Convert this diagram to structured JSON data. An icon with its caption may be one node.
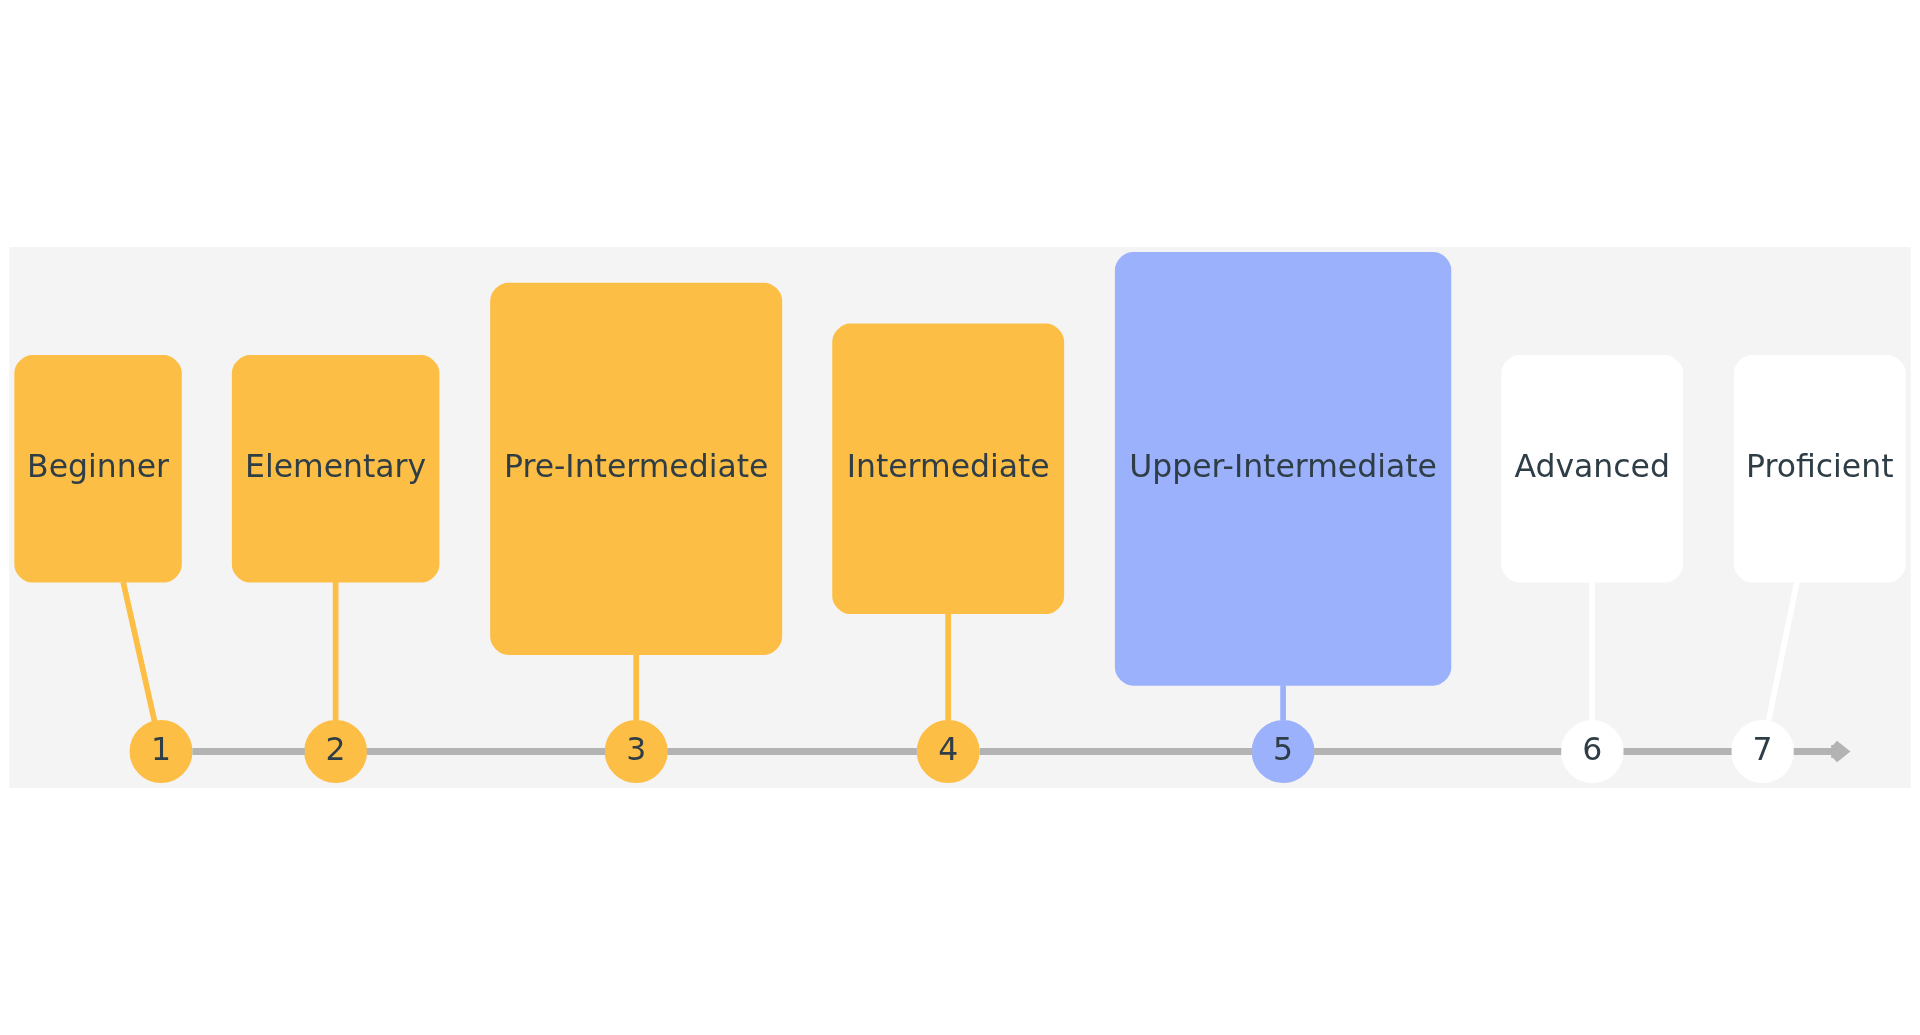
{
  "diagram": {
    "nodes": [
      {
        "text": [
          "Beginner"
        ]
      },
      {
        "text": [
          "Elementary"
        ]
      },
      {
        "text": [
          "Pre-Intermediate"
        ]
      },
      {
        "text": [
          "Intermediate"
        ]
      },
      {
        "text": [
          "Upper-Intermediate"
        ]
      },
      {
        "text": [
          "Advanced"
        ]
      },
      {
        "text": [
          "Proficient"
        ]
      },
      {
        "text": [
          "1"
        ]
      },
      {
        "text": [
          "2"
        ]
      },
      {
        "text": [
          "3"
        ]
      },
      {
        "text": [
          "4"
        ]
      },
      {
        "text": [
          "5"
        ]
      },
      {
        "text": [
          "6"
        ]
      },
      {
        "text": [
          "7"
        ]
      }
    ],
    "edges": [
      {
        "from": 0,
        "to": 7,
        "arrow": "none",
        "color": "#fdbe46"
      },
      {
        "from": 1,
        "to": 8,
        "arrow": "none",
        "color": "#fdbe46"
      },
      {
        "from": 2,
        "to": 9,
        "arrow": "none",
        "color": "#fdbe46"
      },
      {
        "from": 3,
        "to": 10,
        "arrow": "none",
        "color": "#fdbe46"
      },
      {
        "from": 4,
        "to": 11,
        "arrow": "none",
        "color": "#9bb1fc"
      },
      {
        "from": 5,
        "to": 12,
        "arrow": "none",
        "color": "#ffffff"
      },
      {
        "from": 6,
        "to": 13,
        "arrow": "none",
        "color": "#ffffff"
      },
      {
        "from": 7,
        "to": 8,
        "arrow": "none"
      },
      {
        "from": 8,
        "to": 9,
        "arrow": "none"
      },
      {
        "from": 9,
        "to": 10,
        "arrow": "none"
      },
      {
        "from": 10,
        "to": 11,
        "arrow": "none"
      },
      {
        "from": 11,
        "to": 12,
        "arrow": "none"
      },
      {
        "from": 12,
        "to": 13,
        "arrow": "none"
      },
      {
        "from": 13,
        "to": null,
        "arrow": "to"
      }
    ]
  }
}
